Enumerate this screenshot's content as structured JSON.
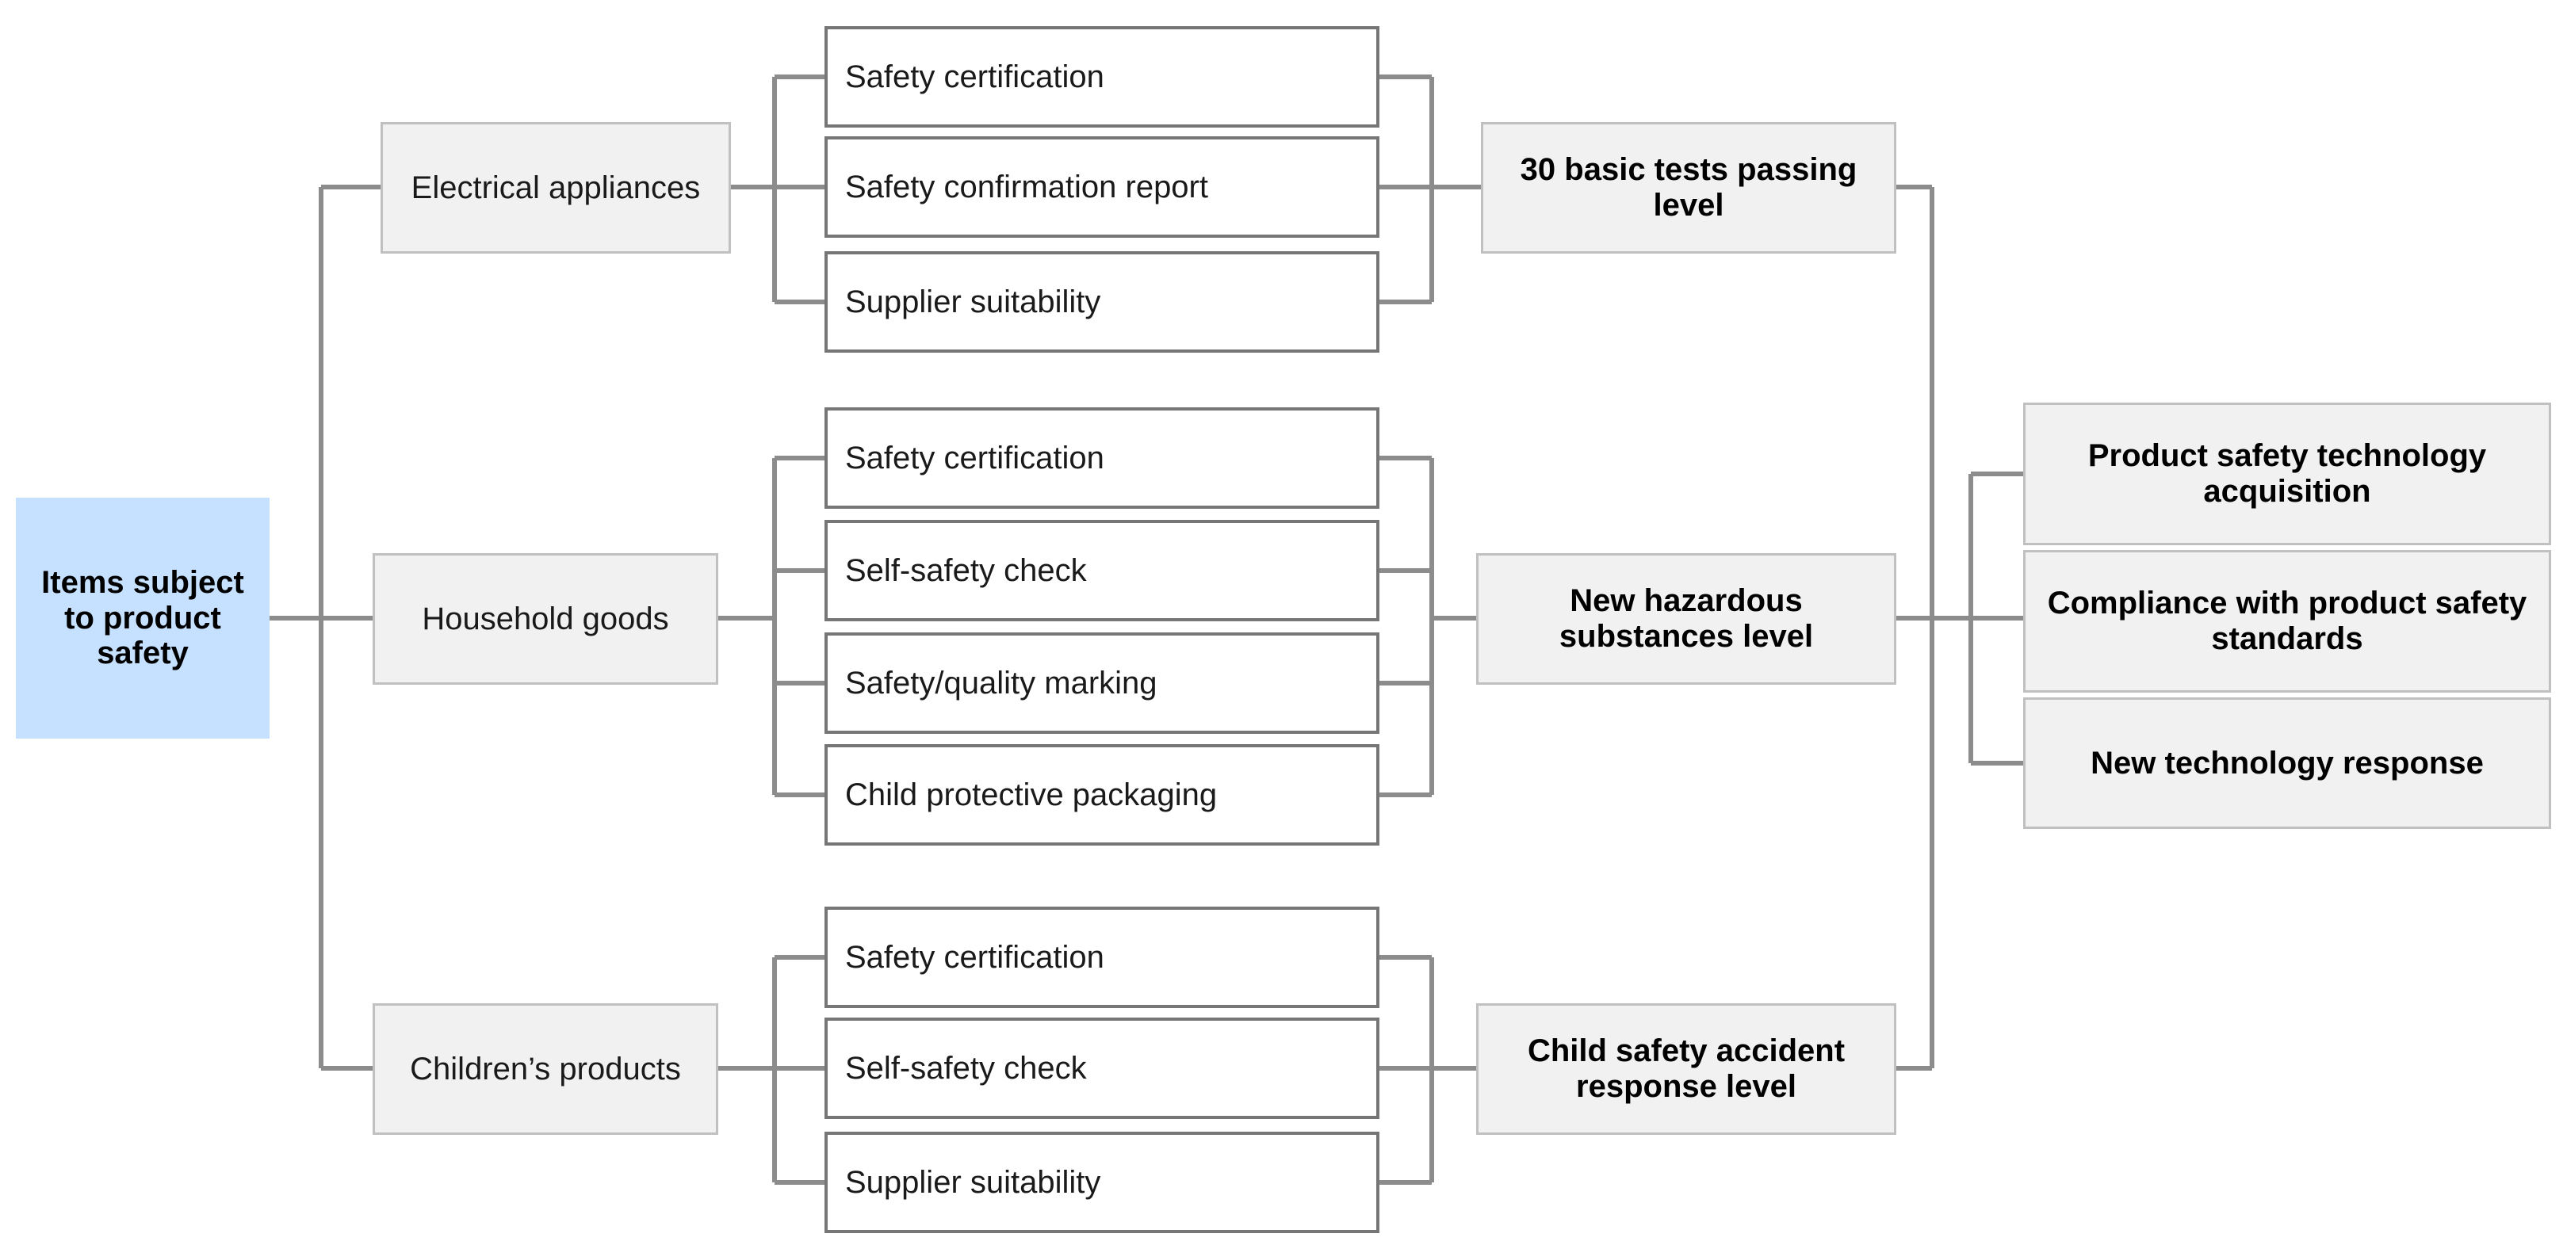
{
  "diagram": {
    "type": "tree-hierarchy",
    "orientation": "left-to-right",
    "title": "Items subject to product safety",
    "colors": {
      "root_fill": "#C6E0FF",
      "category_fill": "#F1F1F1",
      "category_border": "#C0C0C0",
      "leaf_fill": "#FFFFFF",
      "leaf_border": "#767676",
      "level_fill": "#F1F1F1",
      "outcome_fill": "#F1F1F1",
      "connector": "#8C8C8C",
      "text": "#1A1A1A"
    }
  },
  "root": {
    "label": "Items subject to product safety"
  },
  "categories": [
    {
      "id": "electrical",
      "label": "Electrical appliances"
    },
    {
      "id": "household",
      "label": "Household goods"
    },
    {
      "id": "children",
      "label": "Children’s products"
    }
  ],
  "requirements": {
    "electrical": [
      "Safety certification",
      "Safety confirmation report",
      "Supplier suitability"
    ],
    "household": [
      "Safety certification",
      "Self-safety check",
      "Safety/quality marking",
      "Child protective packaging"
    ],
    "children": [
      "Safety certification",
      "Self-safety check",
      "Supplier suitability"
    ]
  },
  "levels": [
    {
      "id": "lvl-basic-tests",
      "label": "30 basic tests passing level"
    },
    {
      "id": "lvl-hazardous",
      "label": "New hazardous substances level"
    },
    {
      "id": "lvl-child-safety",
      "label": "Child safety accident response level"
    }
  ],
  "outcomes": [
    {
      "id": "out-tech-acquisition",
      "label": "Product safety technology acquisition"
    },
    {
      "id": "out-compliance",
      "label": "Compliance with product safety standards"
    },
    {
      "id": "out-new-tech",
      "label": "New technology response"
    }
  ]
}
